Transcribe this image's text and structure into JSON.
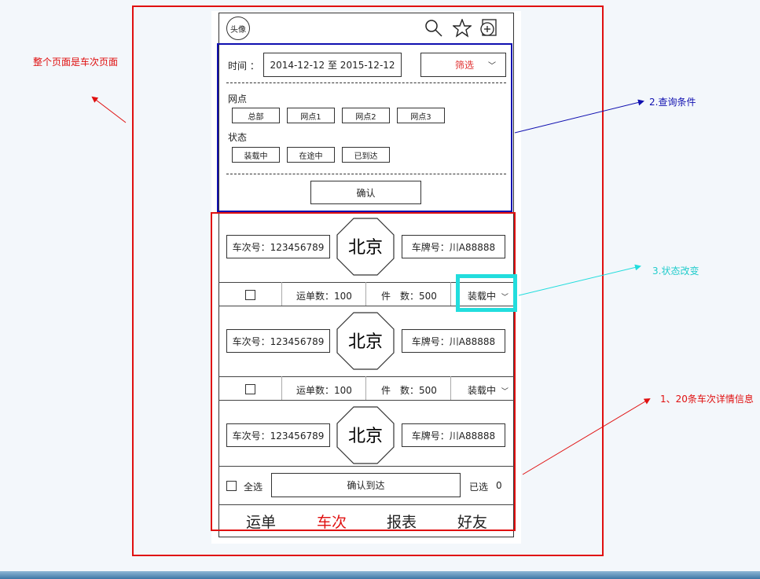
{
  "annotations": {
    "whole_page": "整个页面是车次页面",
    "query": "2.查询条件",
    "status_change": "3.状态改变",
    "details": "1、20条车次详情信息"
  },
  "header": {
    "avatar_label": "头像",
    "icons": [
      "search-icon",
      "star-icon",
      "add-icon"
    ]
  },
  "filter": {
    "time_label": "时间 ：",
    "date_range": "2014-12-12 至 2015-12-12",
    "filter_button": "筛选",
    "branch_label": "网点",
    "branches": [
      "总部",
      "网点1",
      "网点2",
      "网点3"
    ],
    "status_label": "状态",
    "statuses": [
      "装载中",
      "在途中",
      "已到达"
    ],
    "confirm": "确认"
  },
  "trips": [
    {
      "trip_no": "车次号：123456789",
      "city": "北京",
      "plate": "车牌号：川A88888",
      "waybills": "运单数：100",
      "pieces": "件　数：500",
      "status": "装载中"
    },
    {
      "trip_no": "车次号：123456789",
      "city": "北京",
      "plate": "车牌号：川A88888",
      "waybills": "运单数：100",
      "pieces": "件　数：500",
      "status": "装载中"
    },
    {
      "trip_no": "车次号：123456789",
      "city": "北京",
      "plate": "车牌号：川A88888"
    }
  ],
  "bottom_bar": {
    "select_all": "全选",
    "confirm_arrival": "确认到达",
    "selected_label": "已选",
    "selected_count": "0"
  },
  "tabs": [
    "运单",
    "车次",
    "报表",
    "好友"
  ],
  "colors": {
    "annotation_red": "#e01010",
    "annotation_blue": "#1010b0",
    "annotation_cyan": "#22dddd",
    "active_tab": "#e01010"
  }
}
